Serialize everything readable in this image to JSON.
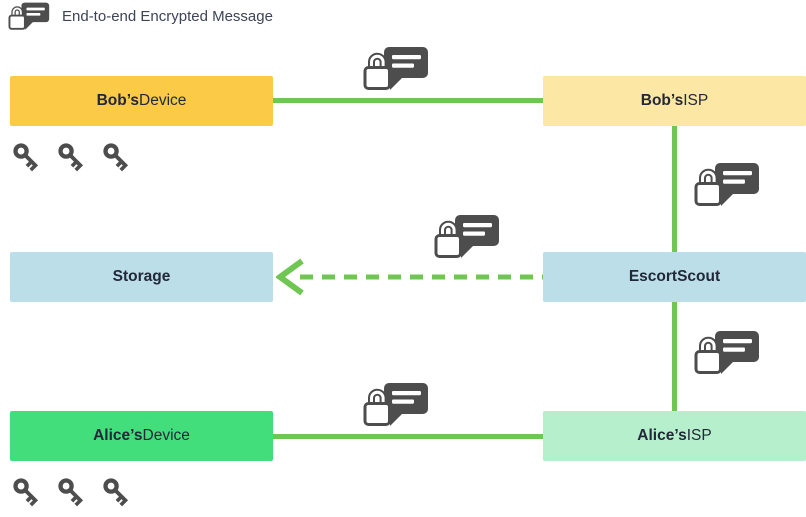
{
  "legend": {
    "label": "End-to-end Encrypted Message"
  },
  "colors": {
    "bob_device": "#fbca47",
    "bob_isp": "#fce7a4",
    "storage": "#bcdee9",
    "escortscout": "#bcdee9",
    "alice_device": "#43de7c",
    "alice_isp": "#b5efcc",
    "line": "#6fc653",
    "icon_gray": "#4d4d4d",
    "text": "#222838",
    "legend_text": "#3d4458"
  },
  "nodes": {
    "bob_device": {
      "bold": "Bob’s",
      "rest": " Device"
    },
    "bob_isp": {
      "bold": "Bob’s",
      "rest": " ISP"
    },
    "storage": {
      "bold": "Storage",
      "rest": ""
    },
    "escortscout": {
      "bold": "EscortScout",
      "rest": ""
    },
    "alice_device": {
      "bold": "Alice’s",
      "rest": " Device"
    },
    "alice_isp": {
      "bold": "Alice’s",
      "rest": " ISP"
    }
  },
  "edges": [
    {
      "from": "Bob’s Device",
      "to": "Bob’s ISP",
      "style": "solid",
      "encrypted_icon": true
    },
    {
      "from": "Bob’s ISP",
      "to": "EscortScout",
      "style": "solid",
      "encrypted_icon": true
    },
    {
      "from": "EscortScout",
      "to": "Storage",
      "style": "dashed-arrow",
      "encrypted_icon": true
    },
    {
      "from": "EscortScout",
      "to": "Alice’s ISP",
      "style": "solid",
      "encrypted_icon": true
    },
    {
      "from": "Alice’s Device",
      "to": "Alice’s ISP",
      "style": "solid",
      "encrypted_icon": true
    }
  ],
  "keys": {
    "bob_device_key_count": 3,
    "alice_device_key_count": 3
  },
  "icons": {
    "lock_message": "padlock-with-chat-bubble",
    "key": "encryption-key"
  }
}
